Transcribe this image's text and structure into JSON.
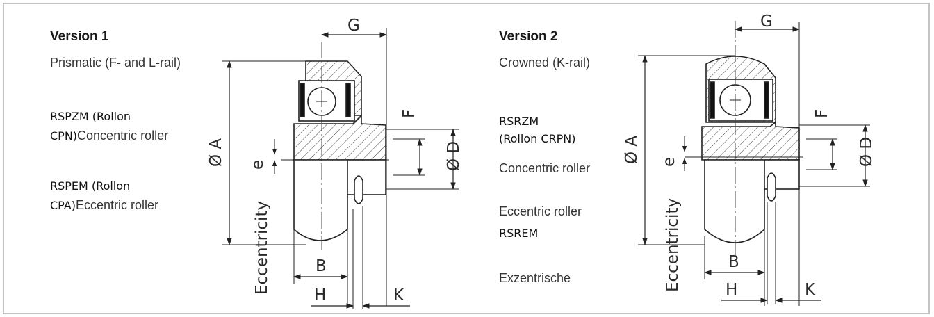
{
  "version1": {
    "title": "Version 1",
    "subtitle": "Prismatic (F- and L-rail)",
    "concentric_code_l1": "RSPZM (Rollon",
    "concentric_code_l2": "CPN)",
    "concentric_label": "Concentric roller",
    "eccentric_code_l1": "RSPEM (Rollon",
    "eccentric_code_l2": "CPA)",
    "eccentric_label": "Eccentric roller"
  },
  "version2": {
    "title": "Version 2",
    "subtitle": "Crowned (K-rail)",
    "code_l1": "RSRZM",
    "code_l2": "(Rollon CRPN)",
    "concentric_label": "Concentric roller",
    "eccentric_label": "Eccentric roller",
    "eccentric_code": "RSREM",
    "extra_label": "Exzentrische"
  },
  "dimensions": {
    "G": "G",
    "A": "Ø A",
    "D": "Ø D",
    "F": "F",
    "e": "e",
    "B": "B",
    "H": "H",
    "K": "K",
    "eccentricity": "Eccentricity"
  }
}
